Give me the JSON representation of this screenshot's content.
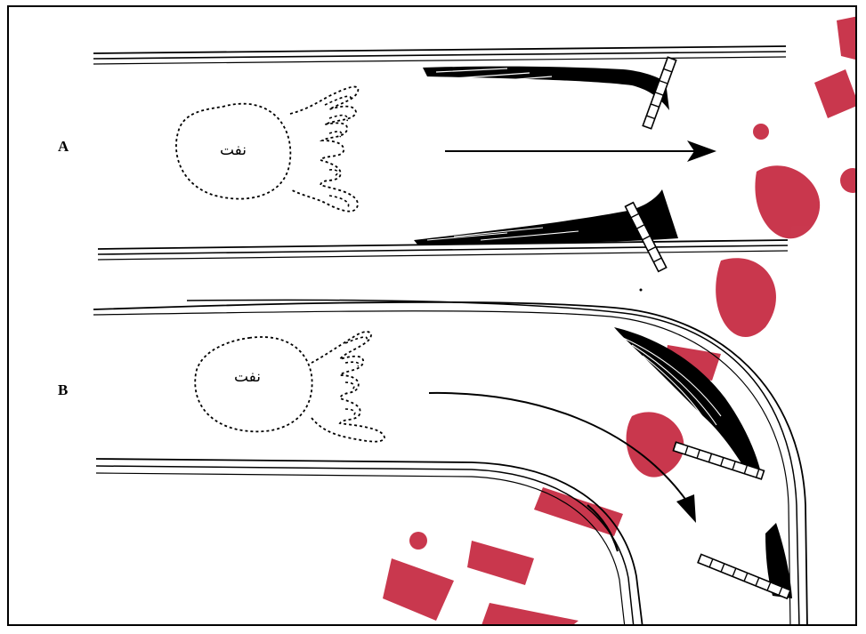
{
  "panels": [
    {
      "id": "A",
      "label": "A",
      "oil_label": "نفت"
    },
    {
      "id": "B",
      "label": "B",
      "oil_label": "نفت"
    }
  ],
  "colors": {
    "stroke": "#000000",
    "background": "#ffffff",
    "watermark": "#c0152f"
  },
  "icons": {
    "flow_arrow": "arrow-right-icon",
    "curved_arrow": "curved-arrow-icon"
  }
}
